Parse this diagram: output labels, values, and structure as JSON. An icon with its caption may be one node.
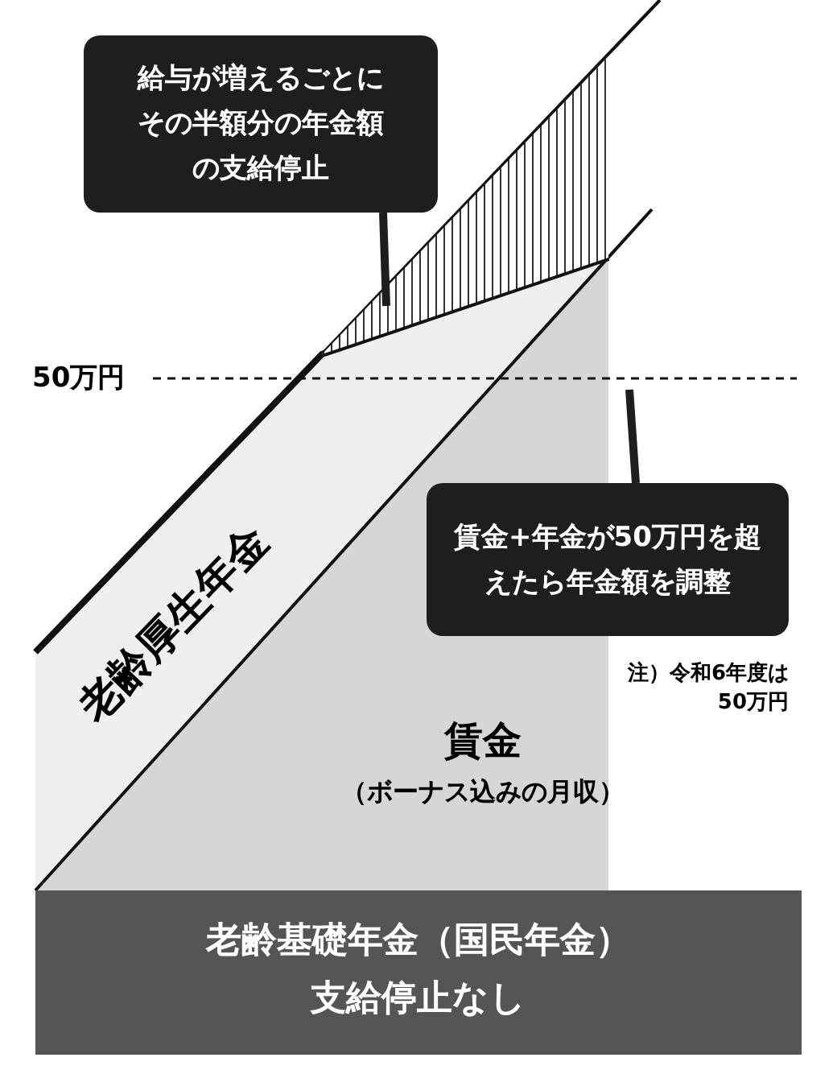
{
  "diagram": {
    "nodes": [
      {
        "text": [
          "給与が増えるごとにその半額分の年金額の支給停止"
        ]
      },
      {
        "text": [],
        "shape": "triangle"
      },
      {
        "text": [
          "賃金+年金が50万円を超えたら年金額を調整"
        ]
      },
      {
        "text": [
          "老齢厚生年金"
        ]
      },
      {
        "text": [
          "賃金",
          "（ボーナス込みの月収）"
        ]
      },
      {
        "text": [
          "老齢基礎年金（国民年金）",
          "支給停止なし"
        ]
      }
    ],
    "edges": [
      {
        "from": 0,
        "to": 1,
        "arrow": "none"
      },
      {
        "from": 2,
        "to": null,
        "arrow": "none"
      }
    ],
    "labels": [
      "50万円",
      "注）令和6年度は50万円"
    ]
  }
}
